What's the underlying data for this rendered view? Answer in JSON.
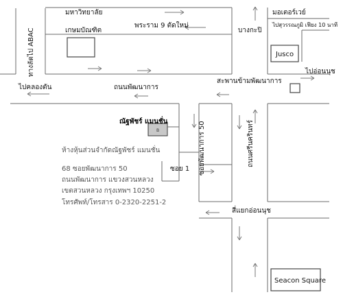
{
  "labels": {
    "university_line1": "มหาวิทยาลัย",
    "university_line2": "เกษมบัณฑิต",
    "rama9": "พระราม 9 ตัดใหม่",
    "bangkapi": "บางกะปิ",
    "motorway": "มอเตอร์เวย์",
    "suvarnabhumi": "ไปสุวรรณภูมิ เฟียง 10 นาที",
    "jusco": "Jusco",
    "abac": "ทางลัดไป ABAC",
    "to_onnut": "ไปอ่อนนุช",
    "to_lat_krabang": "ไปคลองตัน",
    "phatthanakan_rd": "ถนนพัฒนาการ",
    "bridge": "สะพานข้ามพัฒนาการ",
    "building": "ณัฐพัชร์ แมนชั่น",
    "soi50": "ซอยพัฒนาการ 50",
    "srinakarin_rd": "ถนนศรีนครินทร์",
    "soi1": "ซอย 1",
    "onnut_junction": "สี่แยกอ่อนนุช",
    "seacon": "Seacon Square",
    "building_marker": "B"
  },
  "address": {
    "company": "ห้างหุ้นส่วนจำกัดณัฐพัชร์ แมนชั่น",
    "line1": "68 ซอยพัฒนาการ 50",
    "line2": "ถนนพัฒนาการ แขวงสวนหลวง",
    "line3": "เขตสวนหลวง กรุงเทพฯ 10250",
    "phone": "โทรศัพท์/โทรสาร 0-2320-2251-2"
  },
  "colors": {
    "road": "#6a6a6a",
    "building_fill": "#c8c8c8",
    "text": "#111111",
    "address_text": "#555555"
  }
}
